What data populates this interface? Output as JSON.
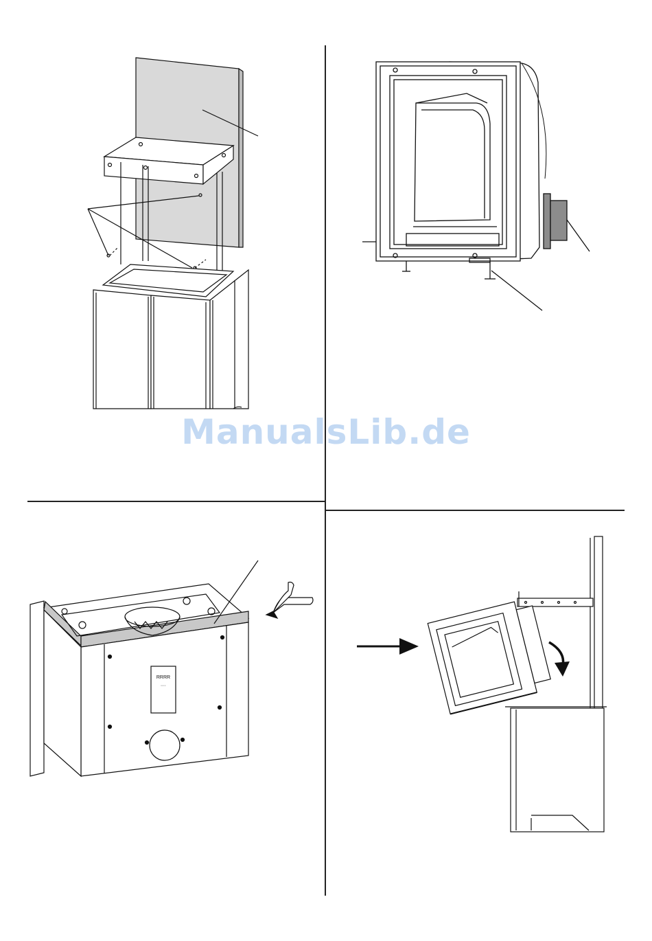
{
  "watermark": "ManualsLib.de",
  "colors": {
    "line": "#111111",
    "wall_gray": "#d9d9d9",
    "dark_gray": "#8c8c8c",
    "watermark": "#b9d3f2"
  },
  "illustrations": {
    "top_left": "frame-mount-illustration",
    "top_right": "stove-insert-side-illustration",
    "bottom_left": "casing-cut-illustration",
    "bottom_right": "insert-placement-illustration"
  },
  "nameplate": {
    "line1": "RRRR",
    "line2": "∙∙∙∙"
  }
}
